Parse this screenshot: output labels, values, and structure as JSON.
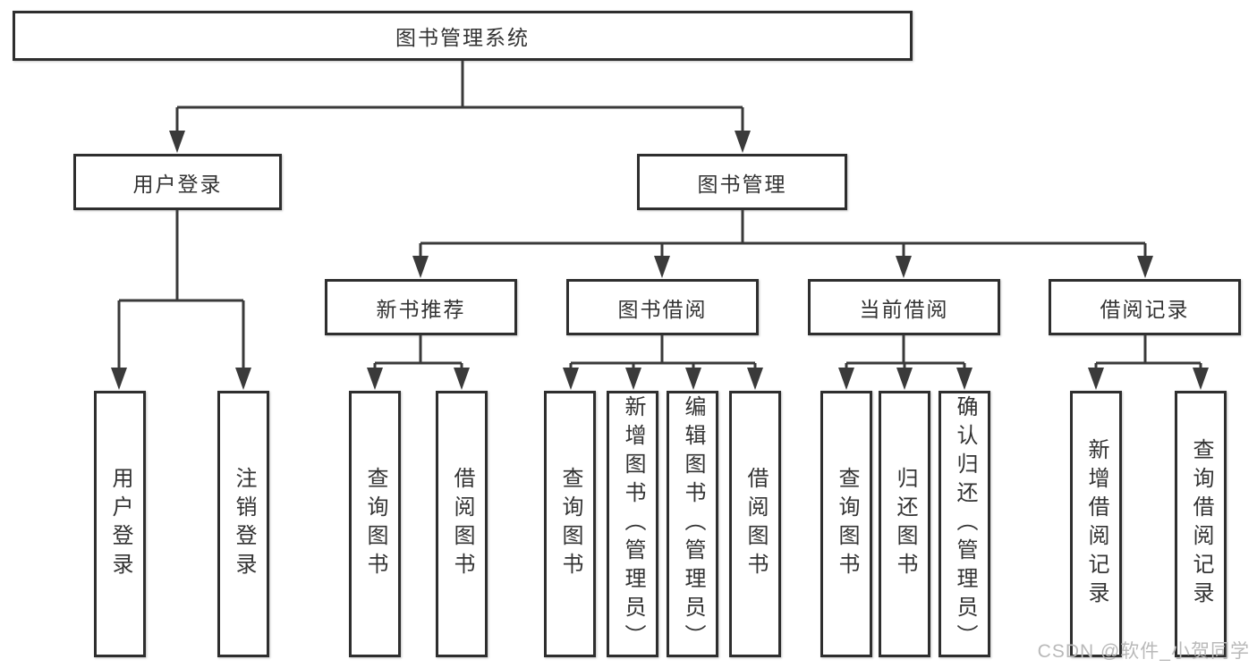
{
  "diagram": {
    "root": "图书管理系统",
    "user_login": {
      "label": "用户登录",
      "children": [
        "用户登录",
        "注销登录"
      ]
    },
    "book_management": {
      "label": "图书管理",
      "groups": [
        {
          "label": "新书推荐",
          "children": [
            "查询图书",
            "借阅图书"
          ]
        },
        {
          "label": "图书借阅",
          "children": [
            "查询图书",
            "新增图书（管理员）",
            "编辑图书（管理员）",
            "借阅图书"
          ]
        },
        {
          "label": "当前借阅",
          "children": [
            "查询图书",
            "归还图书",
            "确认归还（管理员）"
          ]
        },
        {
          "label": "借阅记录",
          "children": [
            "新增借阅记录",
            "查询借阅记录"
          ]
        }
      ]
    },
    "watermark": "CSDN @软件_小贺同学"
  },
  "colors": {
    "line": "#3a3a3a",
    "border": "#2e2e2e",
    "text": "#333333",
    "watermark": "#b9b9b9",
    "background": "#ffffff"
  }
}
